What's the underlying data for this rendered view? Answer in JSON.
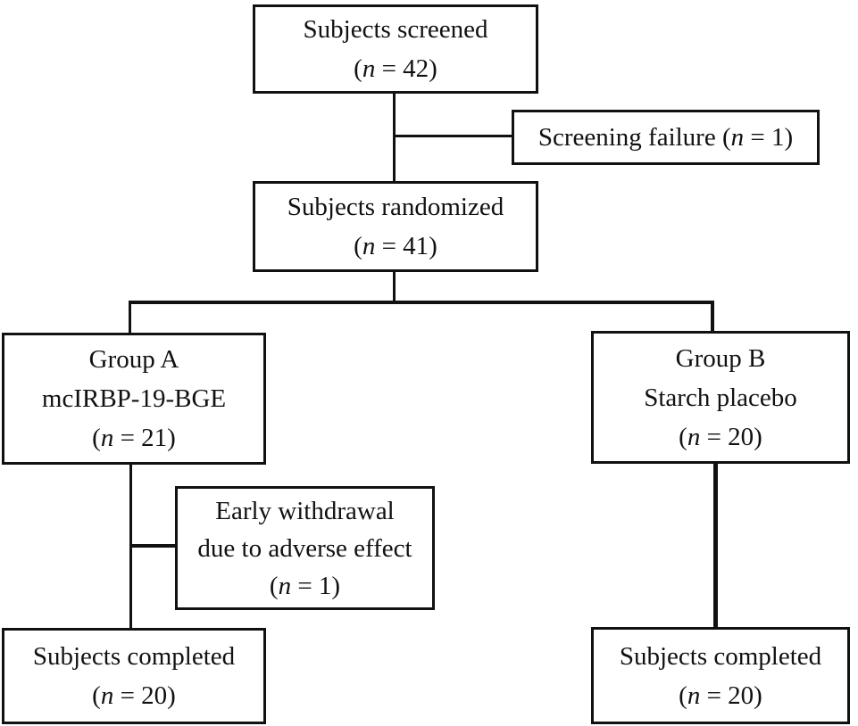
{
  "colors": {
    "line": "#111111",
    "text": "#111111",
    "background": "#ffffff"
  },
  "boxes": {
    "screened": {
      "line1": "Subjects screened",
      "n_open": "(",
      "n_var": "n",
      "n_rest": " = 42)"
    },
    "failure": {
      "line1": "Screening failure ",
      "n_open": "(",
      "n_var": "n",
      "n_rest": " = 1)"
    },
    "randomized": {
      "line1": "Subjects randomized",
      "n_open": "(",
      "n_var": "n",
      "n_rest": " = 41)"
    },
    "group_a": {
      "line1": "Group A",
      "line2": "mcIRBP-19-BGE",
      "n_open": "(",
      "n_var": "n",
      "n_rest": " = 21)"
    },
    "group_b": {
      "line1": "Group B",
      "line2": "Starch placebo",
      "n_open": "(",
      "n_var": "n",
      "n_rest": " = 20)"
    },
    "early_withdrawal": {
      "line1": "Early withdrawal",
      "line2": "due to adverse effect",
      "n_open": "(",
      "n_var": "n",
      "n_rest": " = 1)"
    },
    "completed_a": {
      "line1": "Subjects completed",
      "n_open": "(",
      "n_var": "n",
      "n_rest": " = 20)"
    },
    "completed_b": {
      "line1": "Subjects completed",
      "n_open": "(",
      "n_var": "n",
      "n_rest": " = 20)"
    }
  }
}
